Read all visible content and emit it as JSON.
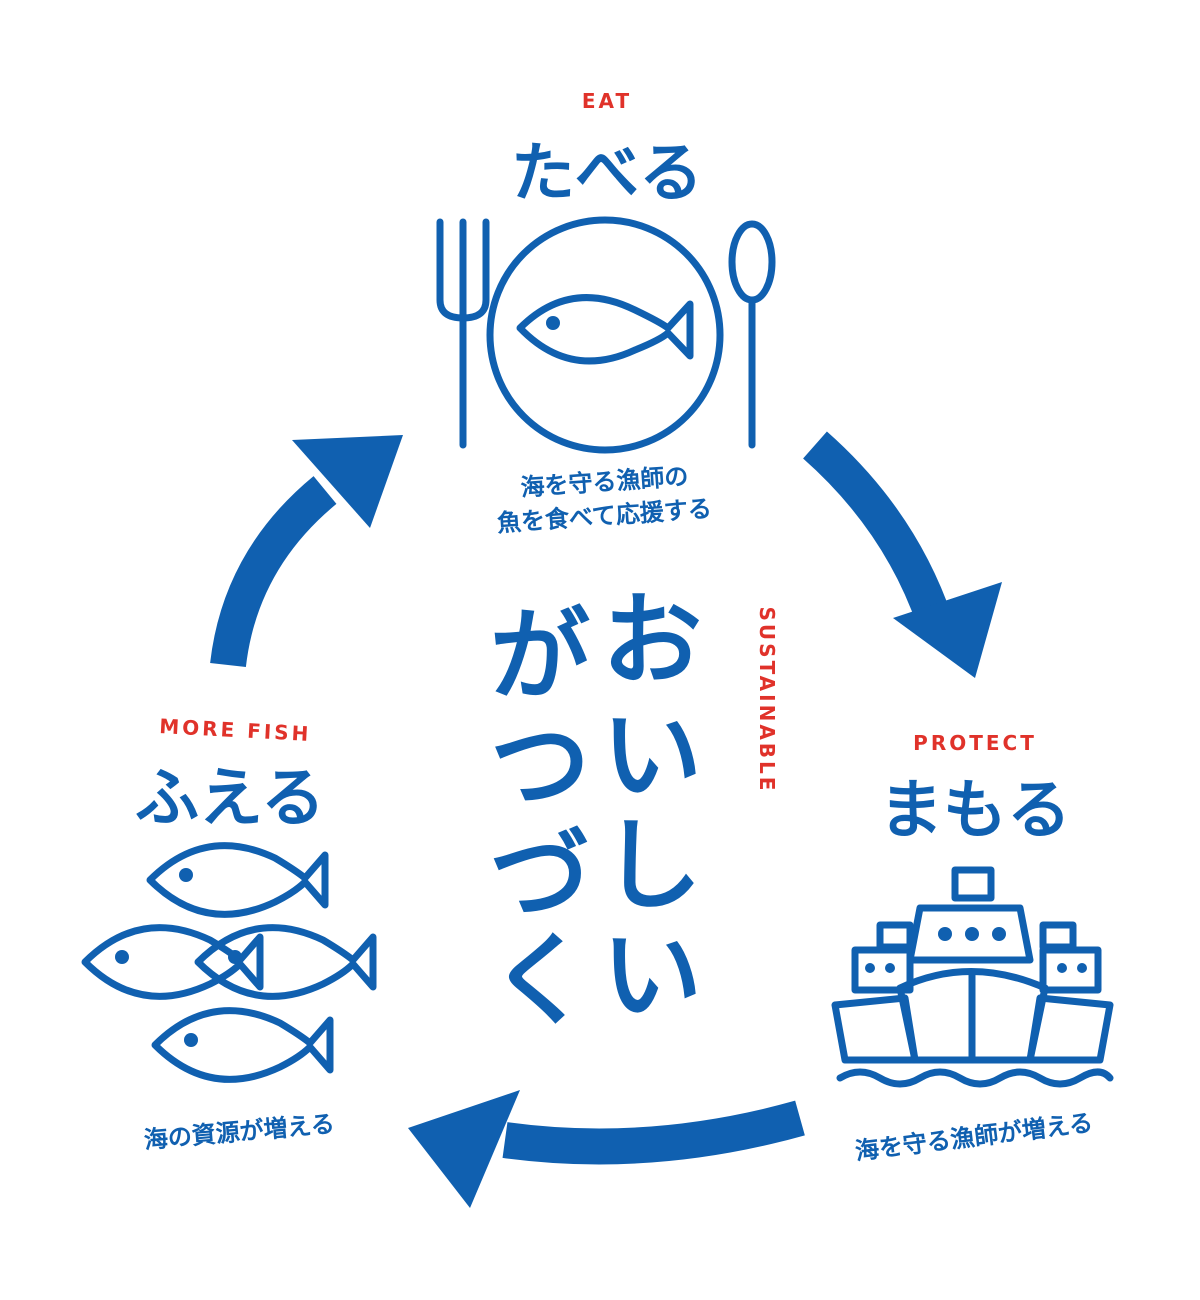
{
  "colors": {
    "primary": "#1060b0",
    "accent": "#e0322a",
    "background": "#ffffff"
  },
  "eat": {
    "label_en": "EAT",
    "title": "たべる",
    "caption_line1": "海を守る漁師の",
    "caption_line2": "魚を食べて応援する",
    "icon": "plate-fish-fork-spoon-icon"
  },
  "protect": {
    "label_en": "PROTECT",
    "title": "まもる",
    "caption": "海を守る漁師が増える",
    "icon": "fishing-boats-icon"
  },
  "more_fish": {
    "label_en": "MORE FISH",
    "title": "ふえる",
    "caption": "海の資源が増える",
    "icon": "school-of-fish-icon"
  },
  "center": {
    "label_en": "SUSTAINABLE",
    "column_right": [
      "お",
      "い",
      "し",
      "い"
    ],
    "column_left": [
      "が",
      "つ",
      "づ",
      "く"
    ]
  },
  "cycle": {
    "arrows": [
      "eat-to-protect",
      "protect-to-more-fish",
      "more-fish-to-eat"
    ]
  }
}
